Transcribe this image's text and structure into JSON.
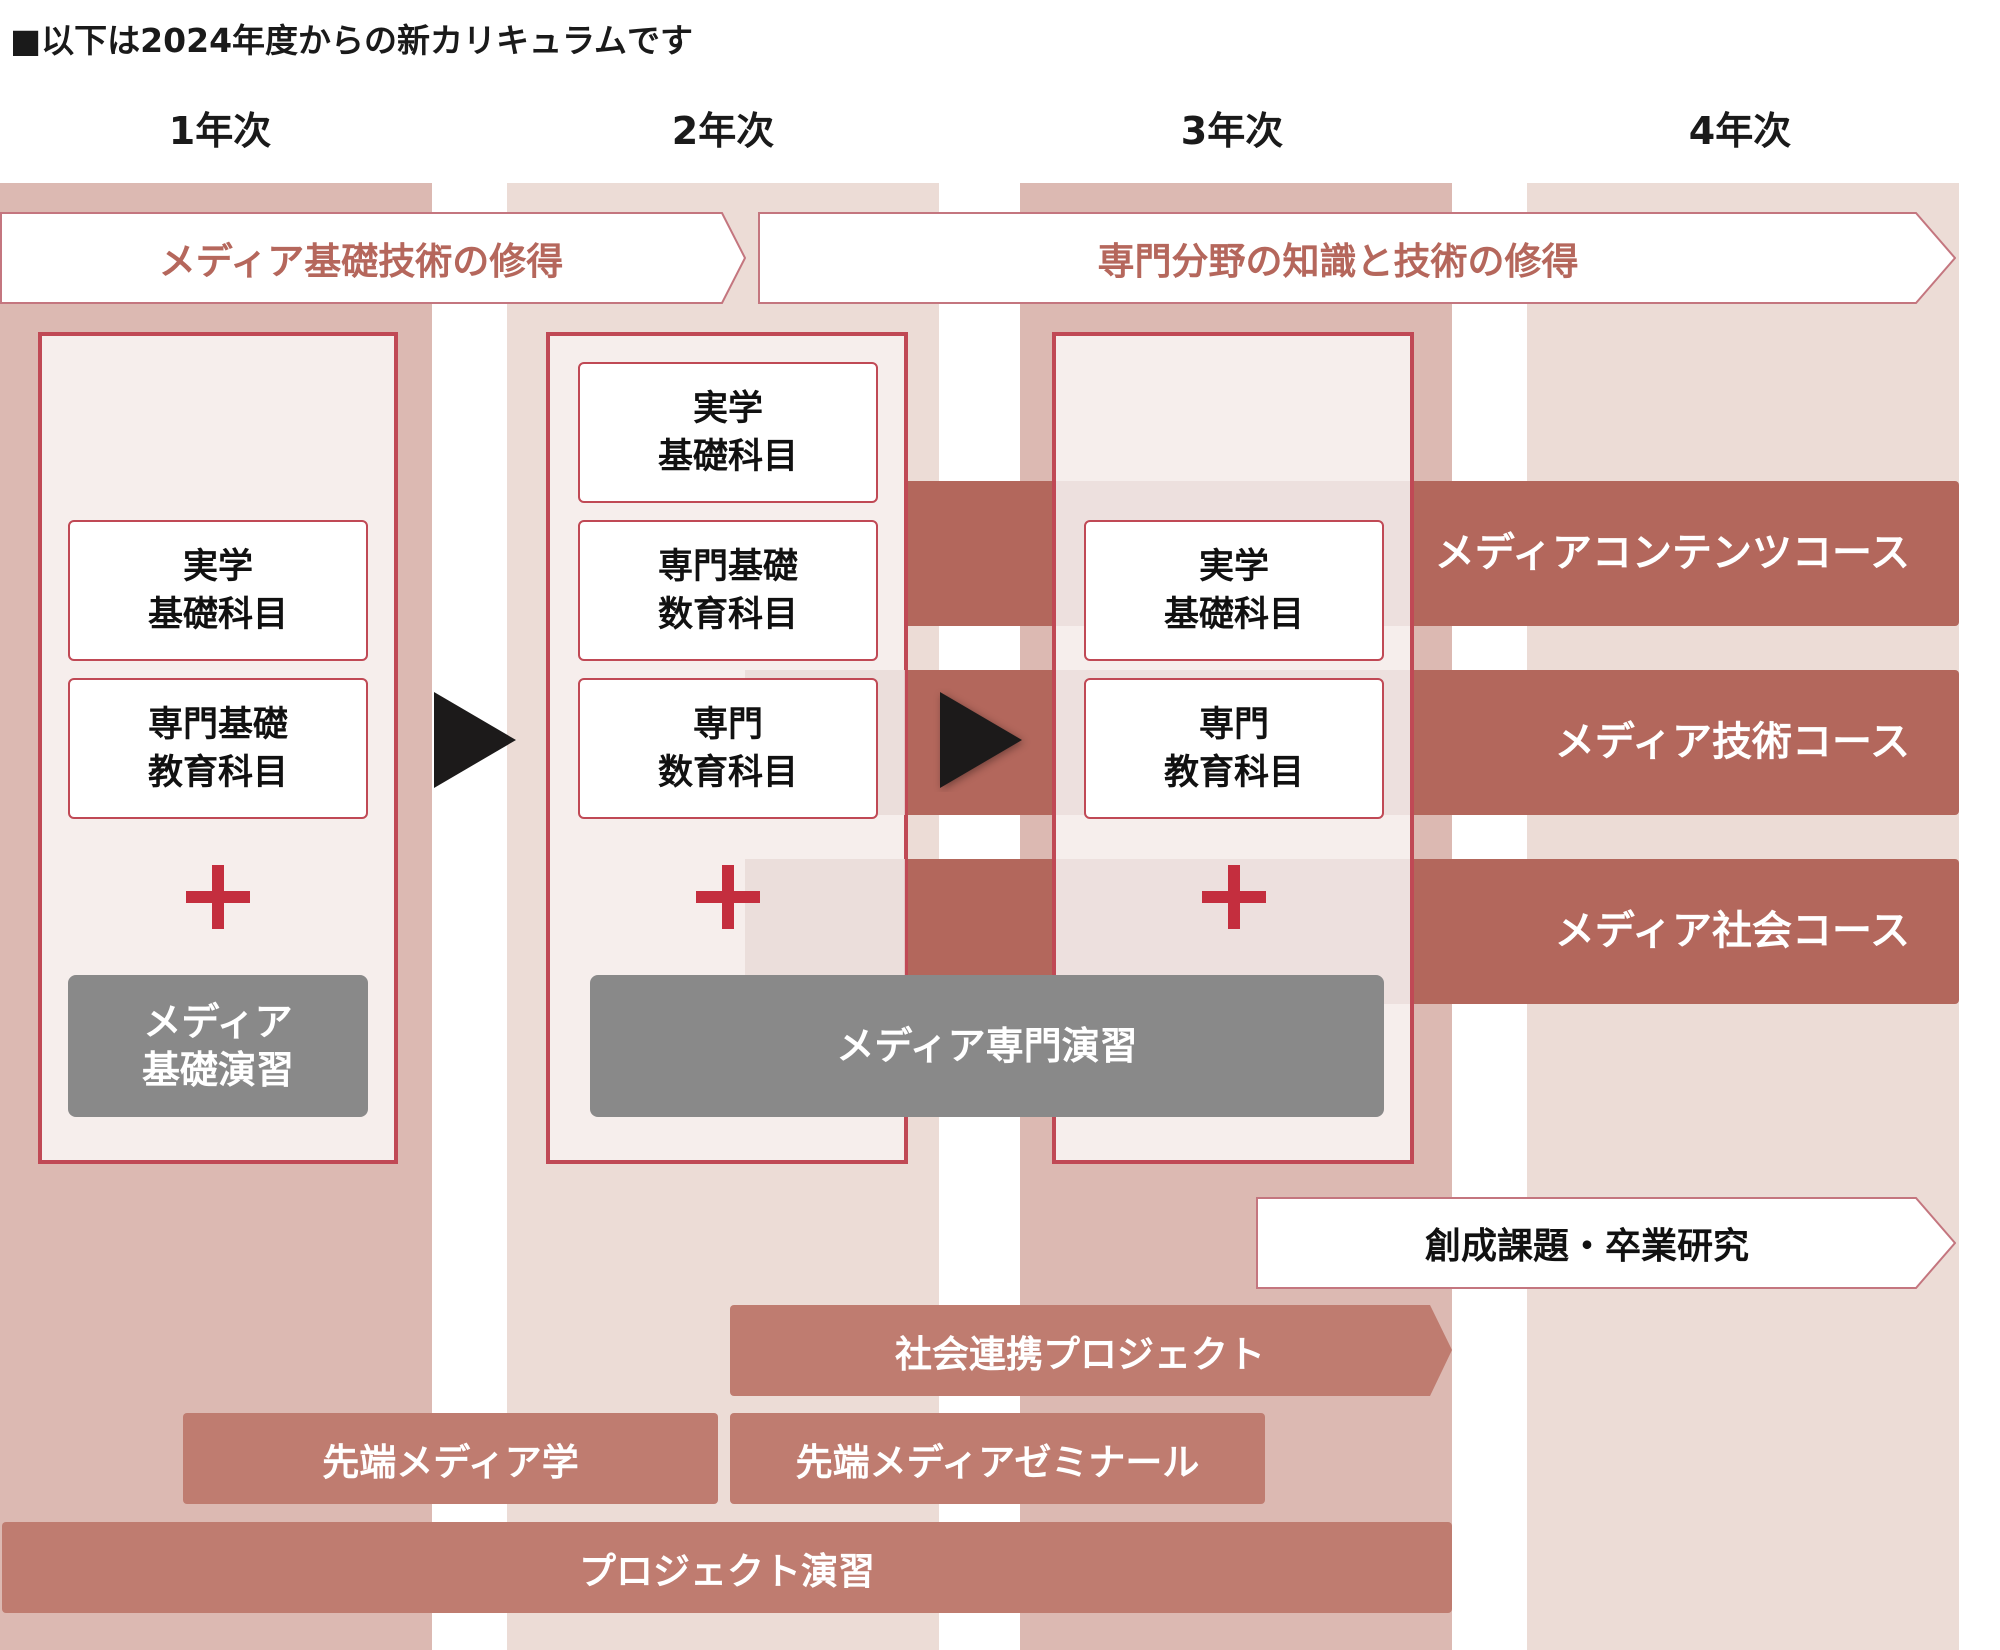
{
  "intro": "■以下は2024年度からの新カリキュラムです",
  "years": [
    "1年次",
    "2年次",
    "3年次",
    "4年次"
  ],
  "stages": {
    "basic": "メディア基礎技術の修得",
    "specialized": "専門分野の知識と技術の修得"
  },
  "courses": {
    "contents": "メディアコンテンツコース",
    "tech": "メディア技術コース",
    "society": "メディア社会コース"
  },
  "year1": {
    "subj_a": [
      "実学",
      "基礎科目"
    ],
    "subj_b": [
      "専門基礎",
      "教育科目"
    ],
    "seminar": [
      "メディア",
      "基礎演習"
    ]
  },
  "year2": {
    "subj_a": [
      "実学",
      "基礎科目"
    ],
    "subj_b": [
      "専門基礎",
      "数育科目"
    ],
    "subj_c": [
      "専門",
      "数育科目"
    ]
  },
  "year3": {
    "subj_a": [
      "実学",
      "基礎科目"
    ],
    "subj_b": [
      "専門",
      "教育科目"
    ]
  },
  "plus_sign": "+",
  "specialized_seminar": "メディア専門演習",
  "graduation": "創成課題・卒業研究",
  "social_project": "社会連携プロジェクト",
  "advanced_media": "先端メディア学",
  "advanced_seminar": "先端メディアゼミナール",
  "project_practice": "プロジェクト演習",
  "colors": {
    "column_dark": "#dcb9b2",
    "column_light": "#ecdcd6",
    "accent_red": "#c04955",
    "course_band": "#b3675c",
    "pill": "#bf7c70",
    "seminar_grey": "#898989"
  }
}
